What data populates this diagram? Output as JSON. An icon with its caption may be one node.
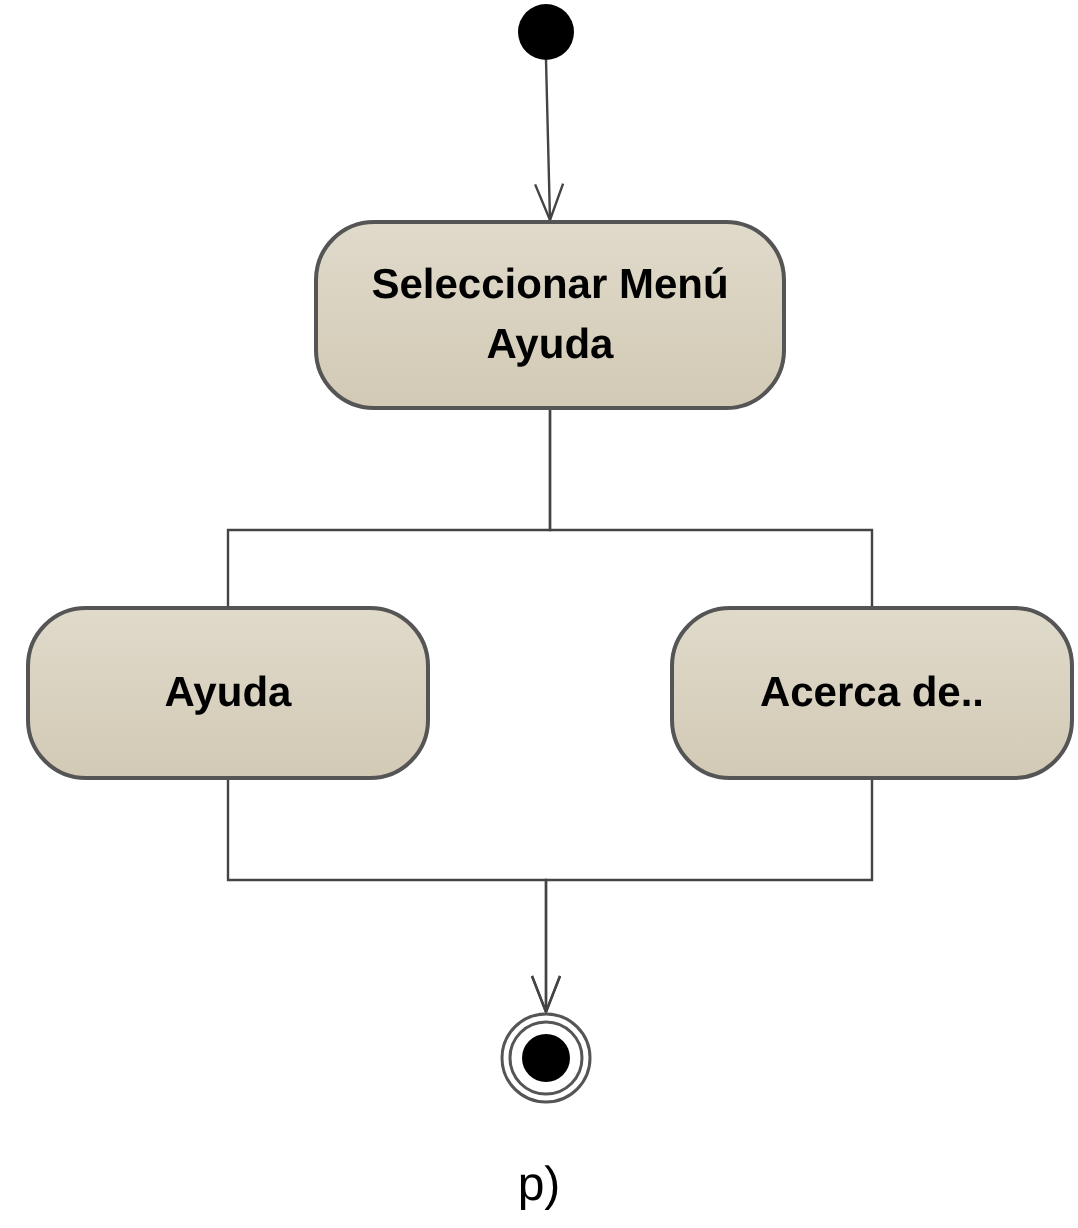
{
  "diagram": {
    "caption": "p)",
    "nodes": [
      {
        "text": [],
        "shape": "circle"
      },
      {
        "text": [
          "Seleccionar Menú Ayuda"
        ]
      },
      {
        "text": [
          "Ayuda"
        ]
      },
      {
        "text": [
          "Acerca de.."
        ]
      },
      {
        "text": [],
        "shape": "bullseye"
      }
    ],
    "edges": [
      {
        "from": 0,
        "to": 1,
        "arrow": "to"
      },
      {
        "from": 1,
        "to": 2,
        "arrow": "none"
      },
      {
        "from": 1,
        "to": 3,
        "arrow": "none"
      },
      {
        "from": 2,
        "to": 4,
        "arrow": "to"
      },
      {
        "from": 3,
        "to": 4,
        "arrow": "to"
      }
    ]
  }
}
